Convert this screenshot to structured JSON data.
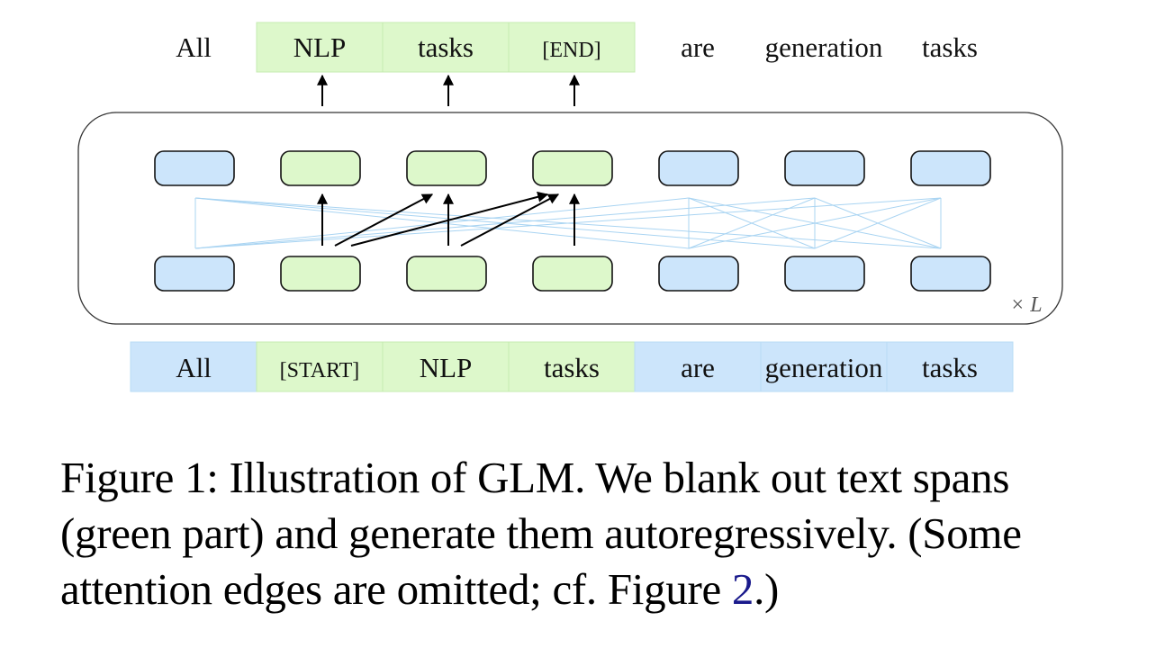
{
  "figure": {
    "colors": {
      "context_fill": "#cce5fb",
      "span_fill": "#ddf8cb",
      "cell_border": "#b9dcf5",
      "span_cell_border": "#c5ebb0",
      "attention_edge": "#a9d4f2",
      "node_stroke": "#111111",
      "arrow": "#000000",
      "caption_ref": "#1a1a8c"
    },
    "output_tokens": [
      {
        "text": "All",
        "type": "plain"
      },
      {
        "text": "NLP",
        "type": "span"
      },
      {
        "text": "tasks",
        "type": "span"
      },
      {
        "text": "[END]",
        "type": "span",
        "small": true
      },
      {
        "text": "are",
        "type": "plain"
      },
      {
        "text": "generation",
        "type": "plain"
      },
      {
        "text": "tasks",
        "type": "plain"
      }
    ],
    "input_tokens": [
      {
        "text": "All",
        "type": "context"
      },
      {
        "text": "[START]",
        "type": "span",
        "small": true
      },
      {
        "text": "NLP",
        "type": "span"
      },
      {
        "text": "tasks",
        "type": "span"
      },
      {
        "text": "are",
        "type": "context"
      },
      {
        "text": "generation",
        "type": "context"
      },
      {
        "text": "tasks",
        "type": "context"
      }
    ],
    "upper_nodes": [
      "context",
      "span",
      "span",
      "span",
      "context",
      "context",
      "context"
    ],
    "lower_nodes": [
      "context",
      "span",
      "span",
      "span",
      "context",
      "context",
      "context"
    ],
    "output_arrows_from_upper_nodes": [
      1,
      2,
      3
    ],
    "context_attention_columns": [
      0,
      4,
      5,
      6
    ],
    "span_attention_arrows": [
      {
        "from": 1,
        "to": 1
      },
      {
        "from": 1,
        "to": 2
      },
      {
        "from": 1,
        "to": 3
      },
      {
        "from": 2,
        "to": 2
      },
      {
        "from": 2,
        "to": 3
      },
      {
        "from": 3,
        "to": 3
      }
    ],
    "repeat_label": "× L"
  },
  "caption": {
    "lines": [
      "Figure 1: Illustration of GLM. We blank out text spans",
      "(green part) and generate them autoregressively. (Some"
    ],
    "last_line_prefix": "attention edges are omitted; cf. Figure ",
    "last_line_ref": "2",
    "last_line_suffix": ".)"
  }
}
